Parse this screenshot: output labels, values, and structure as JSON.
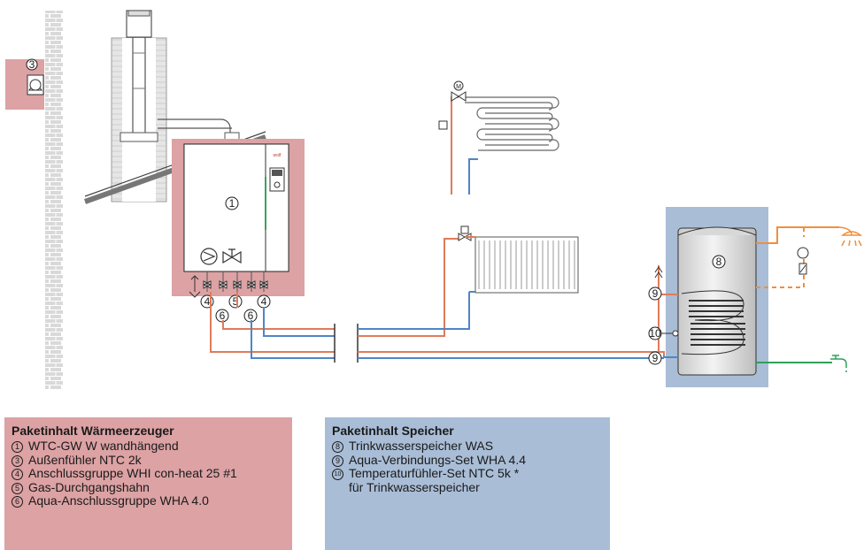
{
  "diagram": {
    "boiler_brand": "wolf",
    "labels": {
      "boiler": "1",
      "outdoor_sensor": "3",
      "connection_group_left": "4",
      "connection_group_right": "4",
      "gas_valve": "5",
      "aqua_group_left": "6",
      "aqua_group_right": "6",
      "storage_tank": "8",
      "aqua_set_top": "9",
      "aqua_set_bottom": "9",
      "temp_sensor": "10",
      "motor_valve": "M"
    },
    "colors": {
      "flow_line": "#e07b5a",
      "return_line": "#4f86c6",
      "dhw_line": "#ef8f3c",
      "cold_water_line": "#2fa05a",
      "generator_bg": "#dca2a4",
      "storage_bg": "#a9bdd6"
    },
    "icons": [
      "boiler-unit",
      "pump-icon",
      "valve-icon",
      "motor-valve-icon",
      "thermostatic-valve-icon",
      "radiator-icon",
      "floor-heating-coil",
      "storage-tank",
      "shower-icon",
      "tap-icon",
      "chimney-flue",
      "outdoor-sensor-icon",
      "circulation-pump-icon"
    ]
  },
  "legend_generator": {
    "title": "Paketinhalt Wärmeerzeuger",
    "items": [
      {
        "num": "1",
        "text": "WTC-GW W wandhängend"
      },
      {
        "num": "3",
        "text": "Außenfühler NTC 2k"
      },
      {
        "num": "4",
        "text": "Anschlussgruppe WHI con-heat 25 #1"
      },
      {
        "num": "5",
        "text": "Gas-Durchgangshahn"
      },
      {
        "num": "6",
        "text": "Aqua-Anschlussgruppe WHA 4.0"
      }
    ]
  },
  "legend_storage": {
    "title": "Paketinhalt Speicher",
    "items": [
      {
        "num": "8",
        "text": "Trinkwasserspeicher WAS"
      },
      {
        "num": "9",
        "text": "Aqua-Verbindungs-Set WHA 4.4"
      },
      {
        "num": "10",
        "text": "Temperaturfühler-Set NTC 5k *",
        "cont": "für Trinkwasserspeicher"
      }
    ]
  }
}
